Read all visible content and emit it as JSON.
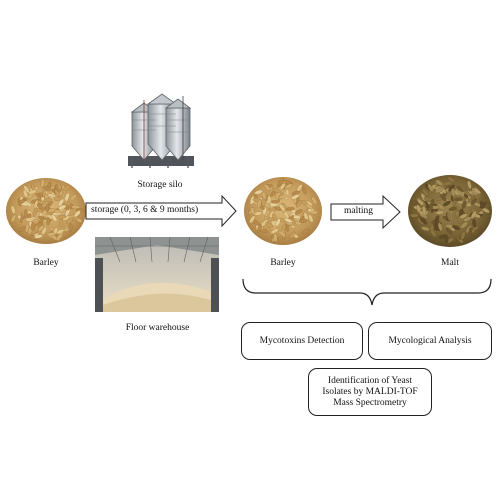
{
  "diagram": {
    "nodes": {
      "barley_left": {
        "label": "Barley",
        "icon": "barley-grain-pile"
      },
      "storage_silo": {
        "label": "Storage silo",
        "icon": "grain-silo"
      },
      "floor_warehouse": {
        "label": "Floor warehouse",
        "icon": "warehouse-interior"
      },
      "barley_right": {
        "label": "Barley",
        "icon": "barley-grain-pile"
      },
      "malt": {
        "label": "Malt",
        "icon": "malt-grain-pile"
      }
    },
    "arrows": {
      "storage": {
        "label": "storage (0, 3, 6 & 9 months)"
      },
      "malting": {
        "label": "malting"
      }
    },
    "analysis_boxes": [
      {
        "label": "Mycotoxins Detection"
      },
      {
        "label": "Mycological Analysis"
      },
      {
        "label": "Identification of Yeast Isolates by MALDI-TOF Mass Spectrometry"
      }
    ],
    "colors": {
      "barley": "#c9a163",
      "malt": "#7d6838",
      "arrow_fill": "#ffffff",
      "stroke": "#222222"
    }
  }
}
